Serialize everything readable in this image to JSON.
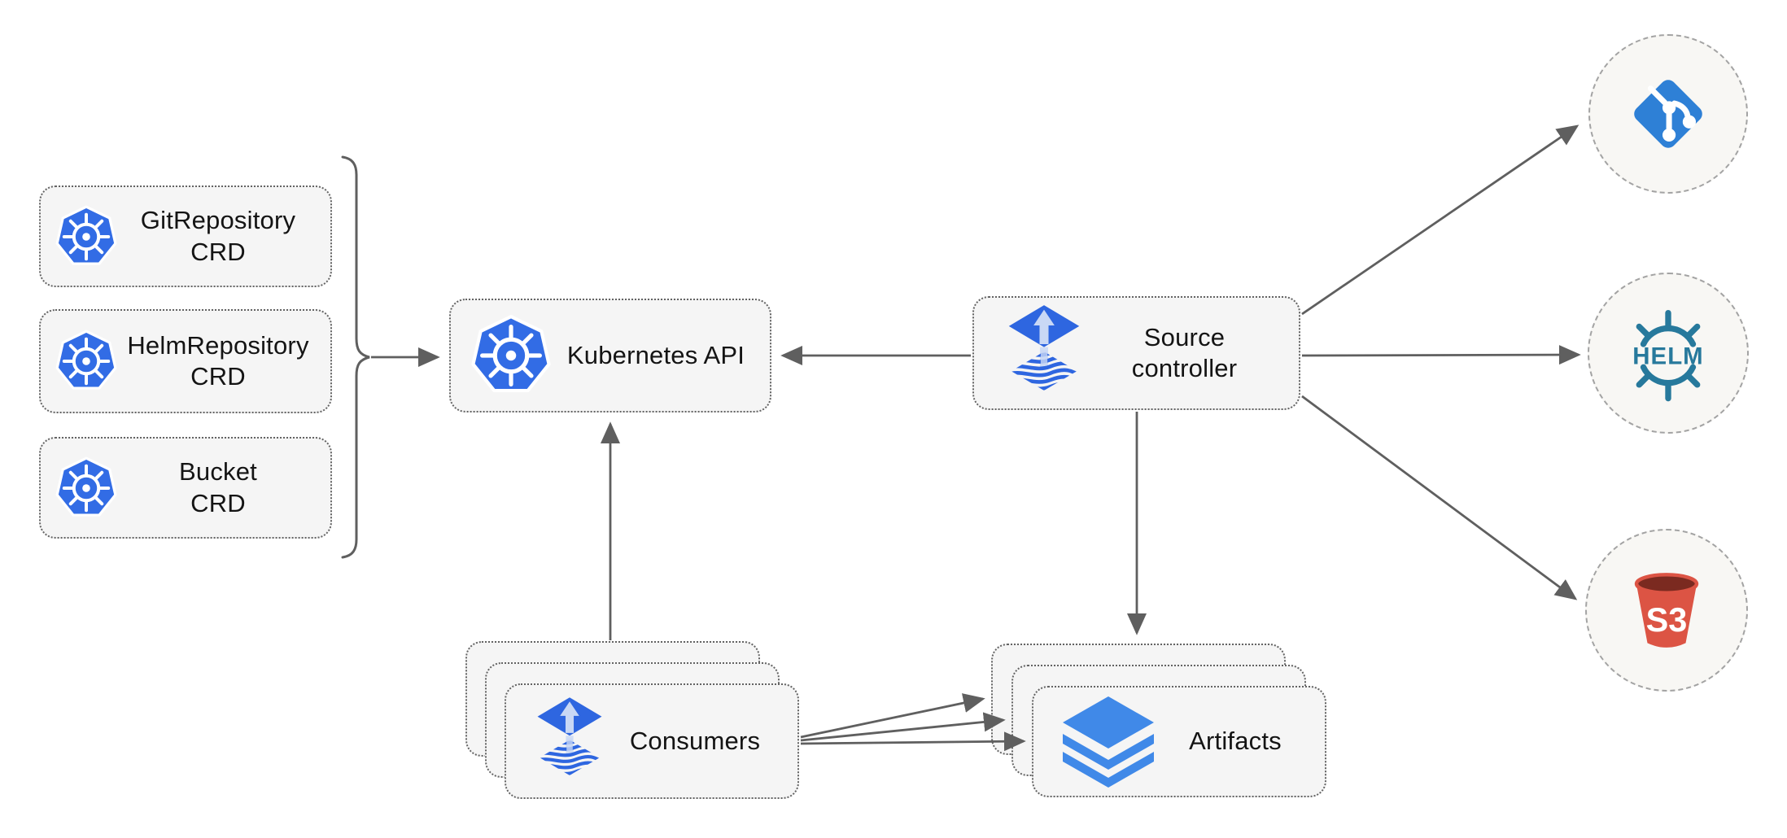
{
  "diagram": {
    "name": "flux-source-controller-architecture",
    "background": "#ffffff"
  },
  "nodes": {
    "crd_git": {
      "line1": "GitRepository",
      "line2": "CRD",
      "icon": "kubernetes-icon"
    },
    "crd_helm": {
      "line1": "HelmRepository",
      "line2": "CRD",
      "icon": "kubernetes-icon"
    },
    "crd_bucket": {
      "line1": "Bucket",
      "line2": "CRD",
      "icon": "kubernetes-icon"
    },
    "kubernetes_api": {
      "label": "Kubernetes API",
      "icon": "kubernetes-icon"
    },
    "source_controller": {
      "line1": "Source",
      "line2": "controller",
      "icon": "flux-icon"
    },
    "consumers": {
      "label": "Consumers",
      "icon": "flux-icon",
      "stack_count": 3
    },
    "artifacts": {
      "label": "Artifacts",
      "icon": "layers-icon",
      "stack_count": 3
    },
    "git_endpoint": {
      "icon": "git-icon"
    },
    "helm_endpoint": {
      "icon": "helm-icon",
      "label": "HELM"
    },
    "s3_endpoint": {
      "icon": "s3-bucket-icon",
      "label": "S3"
    }
  },
  "edges": [
    {
      "from": "crd-group-brace",
      "to": "kubernetes-api",
      "style": "arrow"
    },
    {
      "from": "source-controller",
      "to": "kubernetes-api",
      "style": "arrow"
    },
    {
      "from": "consumers",
      "to": "kubernetes-api",
      "style": "arrow"
    },
    {
      "from": "source-controller",
      "to": "artifacts",
      "style": "arrow"
    },
    {
      "from": "source-controller",
      "to": "git-endpoint",
      "style": "arrow"
    },
    {
      "from": "source-controller",
      "to": "helm-endpoint",
      "style": "arrow"
    },
    {
      "from": "source-controller",
      "to": "s3-endpoint",
      "style": "arrow"
    },
    {
      "from": "consumers",
      "to": "artifacts",
      "style": "arrow-triple"
    }
  ],
  "colors": {
    "kubernetes_blue": "#326CE5",
    "flux_blue": "#2E66E0",
    "flux_arrow_light": "#C9D8F5",
    "git_blue": "#2E80D6",
    "helm_teal": "#27799C",
    "s3_red": "#DC5444",
    "s3_dark": "#7B2A20",
    "layers_blue": "#4089E8",
    "line_gray": "#5F5F5F",
    "box_bg": "#F5F5F5",
    "circle_bg": "#F8F7F4",
    "text": "#141414"
  }
}
